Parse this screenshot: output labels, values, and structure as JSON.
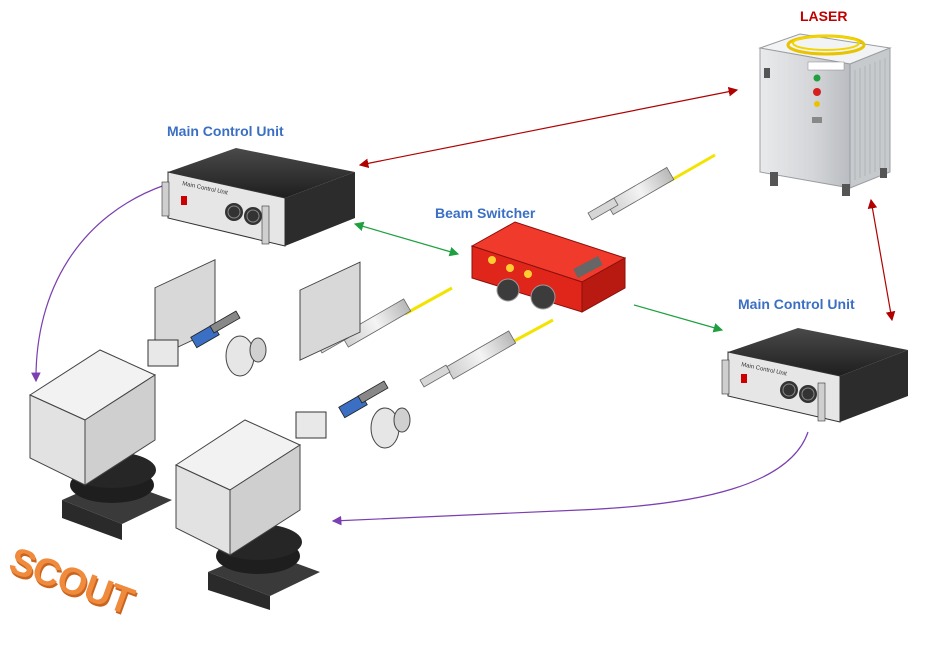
{
  "labels": {
    "laser": "LASER",
    "main_control_left": "Main Control Unit",
    "main_control_right": "Main Control Unit",
    "beam_switcher": "Beam Switcher",
    "scout": "SCOUT",
    "mcu_panel_text": "Main Control Unit"
  },
  "colors": {
    "label_blue": "#3a6fc4",
    "label_red": "#c00000",
    "arrow_red": "#b00000",
    "arrow_green": "#1fa040",
    "arrow_purple": "#7a3fb0",
    "fiber_yellow": "#f2e400",
    "switcher_red": "#e0261b",
    "scout_orange": "#f08a3c"
  }
}
